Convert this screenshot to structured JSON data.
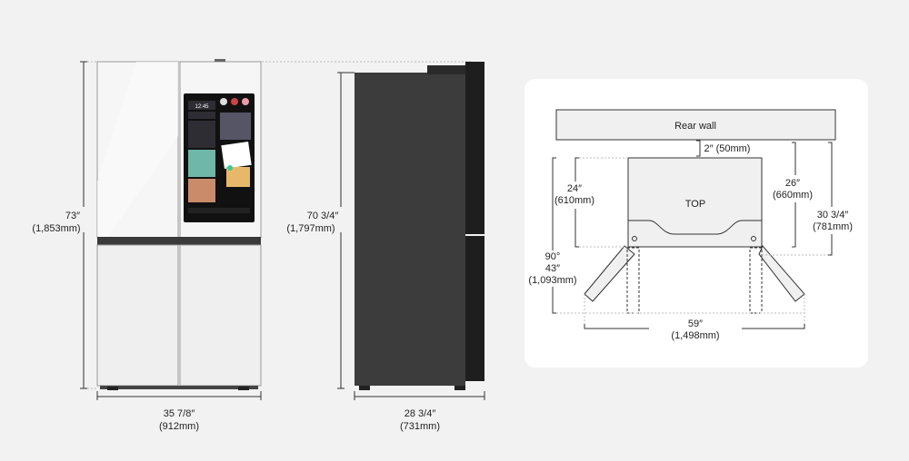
{
  "front_view": {
    "height_in": "73″",
    "height_mm": "(1,853mm)",
    "width_in": "35 7/8″",
    "width_mm": "(912mm)",
    "screen_clock": "12:45"
  },
  "side_view": {
    "height_in": "70 3/4″",
    "height_mm": "(1,797mm)",
    "depth_in": "28 3/4″",
    "depth_mm": "(731mm)"
  },
  "top_view": {
    "rear_wall": "Rear wall",
    "top_label": "TOP",
    "gap": "2″ (50mm)",
    "depth_in": "24″",
    "depth_mm": "(610mm)",
    "depth_handle_in": "26″",
    "depth_handle_mm": "(660mm)",
    "depth_total_in": "30 3/4″",
    "depth_total_mm": "(781mm)",
    "door_angle": "90°",
    "door_open_in": "43″",
    "door_open_mm": "(1,093mm)",
    "width_open_in": "59″",
    "width_open_mm": "(1,498mm)"
  }
}
